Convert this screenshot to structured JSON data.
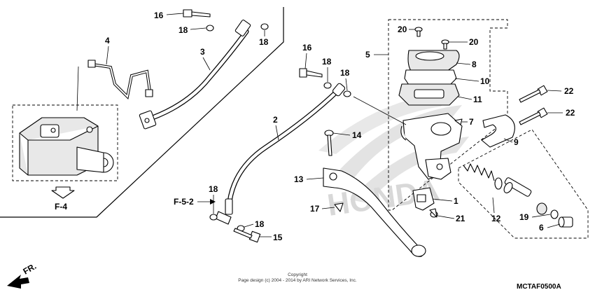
{
  "callouts": {
    "c16a": "16",
    "c18a": "18",
    "c18b": "18",
    "c3": "3",
    "c4": "4",
    "c16b": "16",
    "c18c": "18",
    "c18d": "18",
    "c2": "2",
    "c14": "14",
    "c13": "13",
    "c17": "17",
    "c18e": "18",
    "c18f": "18",
    "c15": "15",
    "c5": "5",
    "c20a": "20",
    "c20b": "20",
    "c8": "8",
    "c10": "10",
    "c11": "11",
    "c7": "7",
    "c22a": "22",
    "c22b": "22",
    "c9": "9",
    "c1": "1",
    "c21": "21",
    "c12": "12",
    "c19": "19",
    "c6": "6"
  },
  "refs": {
    "f4": "F-4",
    "f52": "F-5-2"
  },
  "direction_label": "FR.",
  "copyright_line1": "Copyright",
  "copyright_line2": "Page design (c) 2004 - 2014 by ARI Network Services, Inc.",
  "diagram_code": "MCTAF0500A",
  "watermark_text": "HONDA"
}
